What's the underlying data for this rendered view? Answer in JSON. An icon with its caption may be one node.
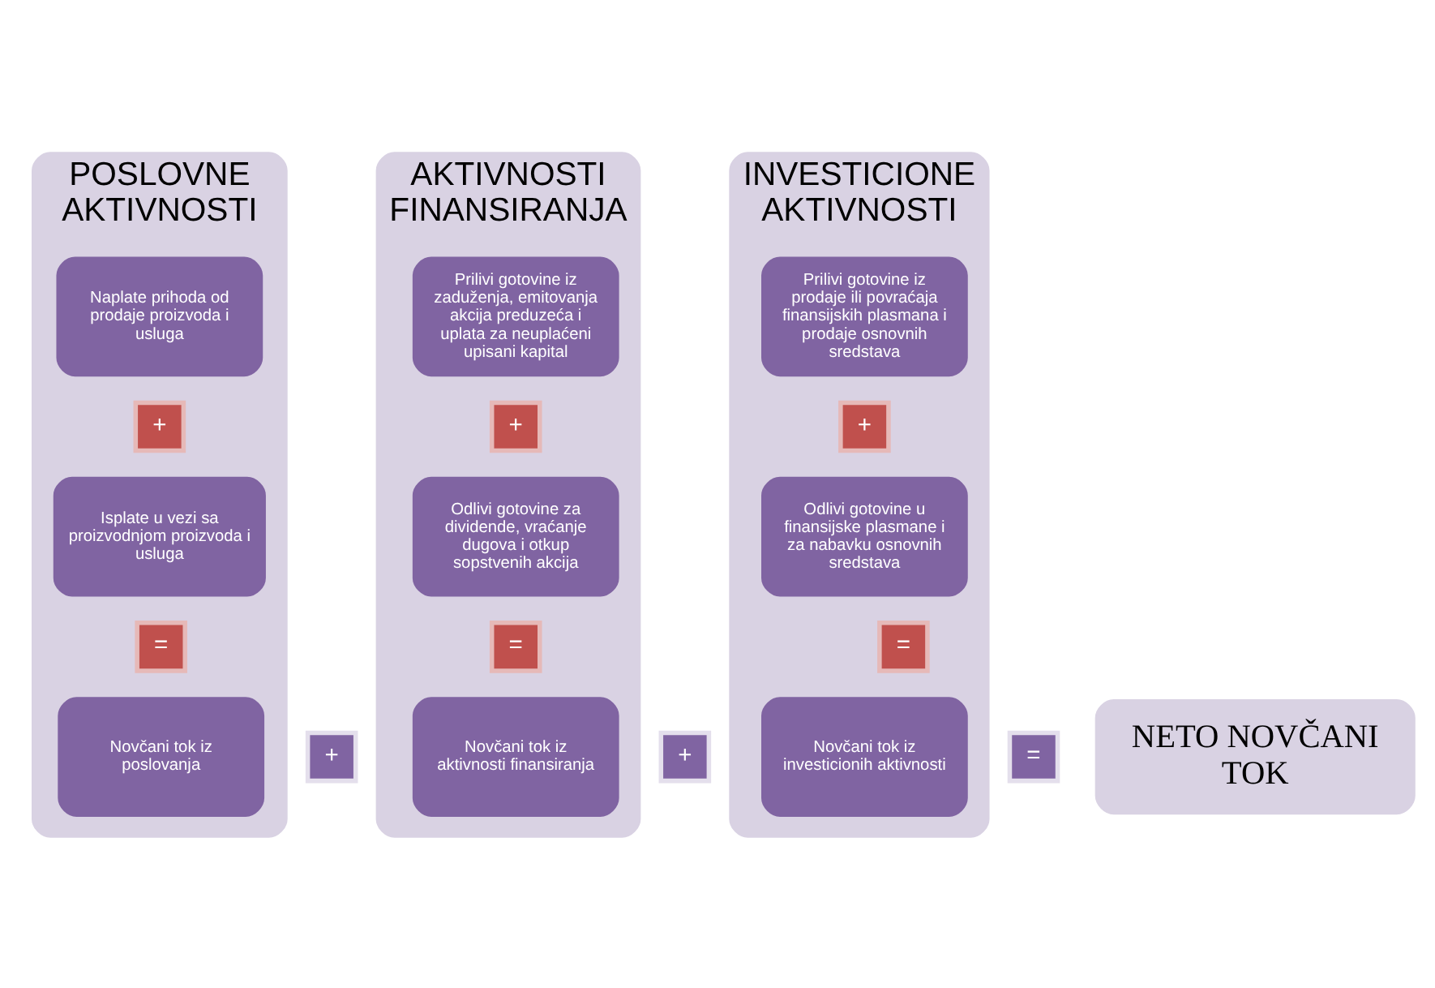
{
  "diagram": {
    "nodes": [
      {
        "text": [
          "POSLOVNE AKTIVNOSTI"
        ]
      },
      {
        "text": [
          "Naplate prihoda od prodaje proizvoda i usluga"
        ],
        "in": 0
      },
      {
        "text": [
          "+"
        ],
        "in": 0
      },
      {
        "text": [
          "Isplate u vezi sa proizvodnjom proizvoda i usluga"
        ],
        "in": 0
      },
      {
        "text": [
          "="
        ],
        "in": 0
      },
      {
        "text": [
          "Novčani tok iz poslovanja"
        ],
        "in": 0
      },
      {
        "text": [
          "+"
        ]
      },
      {
        "text": [
          "AKTIVNOSTI FINANSIRANJA"
        ]
      },
      {
        "text": [
          "Prilivi gotovine iz zaduženja, emitovanja akcija preduzeća i uplata za neuplaćeni upisani kapital"
        ],
        "in": 7
      },
      {
        "text": [
          "+"
        ],
        "in": 7
      },
      {
        "text": [
          "Odlivi gotovine za dividende, vraćanje dugova i otkup sopstvenih akcija"
        ],
        "in": 7
      },
      {
        "text": [
          "="
        ],
        "in": 7
      },
      {
        "text": [
          "Novčani tok iz aktivnosti finansiranja"
        ],
        "in": 7
      },
      {
        "text": [
          "+"
        ]
      },
      {
        "text": [
          "INVESTICIONE AKTIVNOSTI"
        ]
      },
      {
        "text": [
          "Prilivi gotovine iz prodaje ili povraćaja finansijskih plasmana i prodaje osnovnih sredstava"
        ],
        "in": 14
      },
      {
        "text": [
          "+"
        ],
        "in": 14
      },
      {
        "text": [
          "Odlivi gotovine u finansijske plasmane i za nabavku osnovnih sredstava"
        ],
        "in": 14
      },
      {
        "text": [
          "="
        ],
        "in": 14
      },
      {
        "text": [
          "Novčani tok iz investicionih aktivnosti"
        ],
        "in": 14
      },
      {
        "text": [
          "="
        ]
      },
      {
        "text": [
          "NETO NOVČANI TOK"
        ]
      }
    ],
    "edges": []
  }
}
